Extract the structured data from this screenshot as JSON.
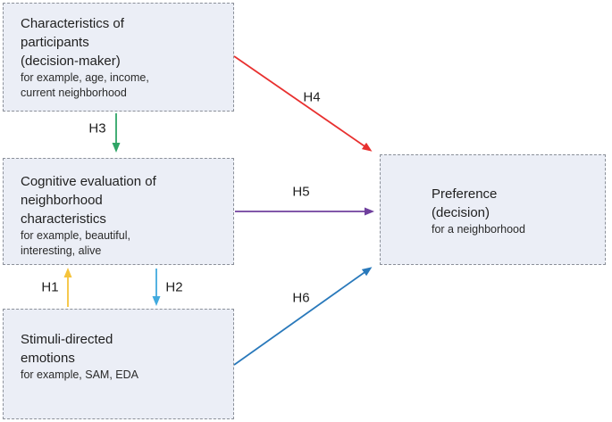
{
  "diagram": {
    "boxes": {
      "characteristics": {
        "title": "Characteristics of\nparticipants\n(decision-maker)",
        "subtitle": "for example, age, income,\ncurrent neighborhood"
      },
      "cognitive": {
        "title": "Cognitive evaluation of\nneighborhood\ncharacteristics",
        "subtitle": "for example, beautiful,\ninteresting, alive"
      },
      "emotions": {
        "title": "Stimuli-directed\nemotions",
        "subtitle": "for example, SAM, EDA"
      },
      "preference": {
        "title": "Preference\n(decision)",
        "subtitle": "for a neighborhood"
      }
    },
    "arrows": {
      "h1": {
        "label": "H1",
        "color": "#f5c33b",
        "from": "emotions",
        "to": "cognitive"
      },
      "h2": {
        "label": "H2",
        "color": "#41aade",
        "from": "cognitive",
        "to": "emotions"
      },
      "h3": {
        "label": "H3",
        "color": "#2fa566",
        "from": "characteristics",
        "to": "cognitive"
      },
      "h4": {
        "label": "H4",
        "color": "#e8302f",
        "from": "characteristics",
        "to": "preference"
      },
      "h5": {
        "label": "H5",
        "color": "#6f3f9d",
        "from": "cognitive",
        "to": "preference"
      },
      "h6": {
        "label": "H6",
        "color": "#2979bb",
        "from": "emotions",
        "to": "preference"
      }
    },
    "style": {
      "box_fill": "#ebeef6",
      "box_border": "#8b9099",
      "text_color": "#212121",
      "background": "#ffffff"
    }
  }
}
